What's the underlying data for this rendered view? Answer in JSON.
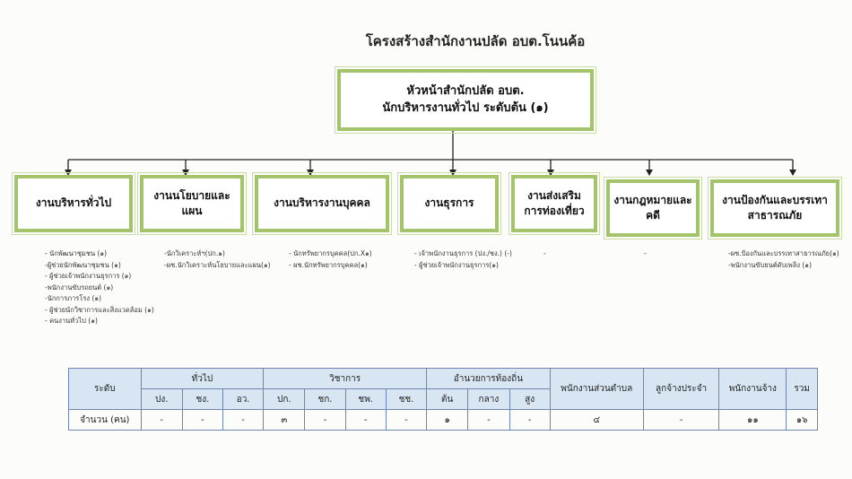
{
  "title": "โครงสร้างสำนักงานปลัด  อบต.โนนค้อ",
  "head": {
    "line1": "หัวหน้าสำนักปลัด อบต.",
    "line2": "นักบริหารงานทั่วไป  ระดับต้น  (๑)"
  },
  "divisions": [
    {
      "name": "งานบริหารทั่วไป",
      "items": [
        "- นักพัฒนาชุมชน (๑)",
        "-ผู้ช่วยนักพัฒนาชุมชน (๑)",
        "- ผู้ช่วยเจ้าพนักงานธุรการ (๑)",
        "-พนักงานขับรถยนต์  (๑)",
        "-นักการภารโรง (๑)",
        "- ผู้ช่วยนักวิชาการและสิ่งแวดล้อม (๑)",
        "- คนงานทั่วไป  (๑)"
      ]
    },
    {
      "name": "งานนโยบายและแผน",
      "items": [
        "-นักวิเคราะห์ฯ(ปก.๑)",
        "-ผช.นักวิเคราะห์นโยบายและแผน(๑)"
      ]
    },
    {
      "name": "งานบริหารงานบุคคล",
      "items": [
        "- นักทรัพยากรบุคคล(ปก.X๑)",
        "- ผช.นักทรัพยากรบุคคล(๑)"
      ]
    },
    {
      "name": "งานธุรการ",
      "items": [
        "- เจ้าพนักงานธุรการ (ปง./ชง.) (-)",
        "- ผู้ช่วยเจ้าพนักงานธุรการ(๑)"
      ]
    },
    {
      "name": "งานส่งเสริมการท่องเที่ยว",
      "items": [
        "-"
      ]
    },
    {
      "name": "งานกฎหมายและคดี",
      "items": [
        "-"
      ]
    },
    {
      "name": "งานป้องกันและบรรเทาสาธารณภัย",
      "items": [
        "-ผช.ป้องกันและบรรเทาสาธารณภัย(๑)",
        "-พนักงานขับยนต์ดับเพลิง (๑)"
      ]
    }
  ],
  "table": {
    "level_label": "ระดับ",
    "groups": [
      "ทั่วไป",
      "วิชาการ",
      "อำนวยการท้องถิ่น"
    ],
    "general_sub": [
      "ปง.",
      "ชง.",
      "อว."
    ],
    "academic_sub": [
      "ปก.",
      "ชก.",
      "ชพ.",
      "ชช."
    ],
    "admin_sub": [
      "ต้น",
      "กลาง",
      "สูง"
    ],
    "extra_cols": [
      "พนักงานส่วนตำบล",
      "ลูกจ้างประจำ",
      "พนักงานจ้าง",
      "รวม"
    ],
    "row_label": "จำนวน (คน)",
    "general_vals": [
      "-",
      "-",
      "-"
    ],
    "academic_vals": [
      "๓",
      "-",
      "-",
      "-"
    ],
    "admin_vals": [
      "๑",
      "-",
      "-"
    ],
    "extra_vals": [
      "๔",
      "-",
      "๑๑",
      "๑๖"
    ]
  }
}
